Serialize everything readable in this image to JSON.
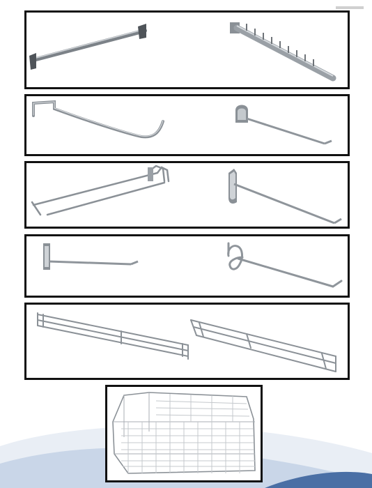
{
  "catalog": {
    "panels": [
      {
        "items": [
          "waterfall-bar-rail",
          "waterfall-arm-with-pegs"
        ]
      },
      {
        "items": [
          "u-shaped-rail",
          "slatwall-single-hook"
        ]
      },
      {
        "items": [
          "double-prong-scanner-hook",
          "slatwall-plate-hook"
        ]
      },
      {
        "items": [
          "gridwall-hook",
          "pegboard-loop-hook"
        ]
      },
      {
        "items": [
          "shelf-fence-flat",
          "shelf-fence-angled"
        ]
      },
      {
        "items": [
          "wire-dump-basket"
        ]
      }
    ]
  },
  "colors": {
    "frame": "#111111",
    "metal_dark": "#6e7378",
    "metal_mid": "#9aa0a6",
    "metal_light": "#d6dade",
    "swoosh": "#4a6fa5"
  }
}
